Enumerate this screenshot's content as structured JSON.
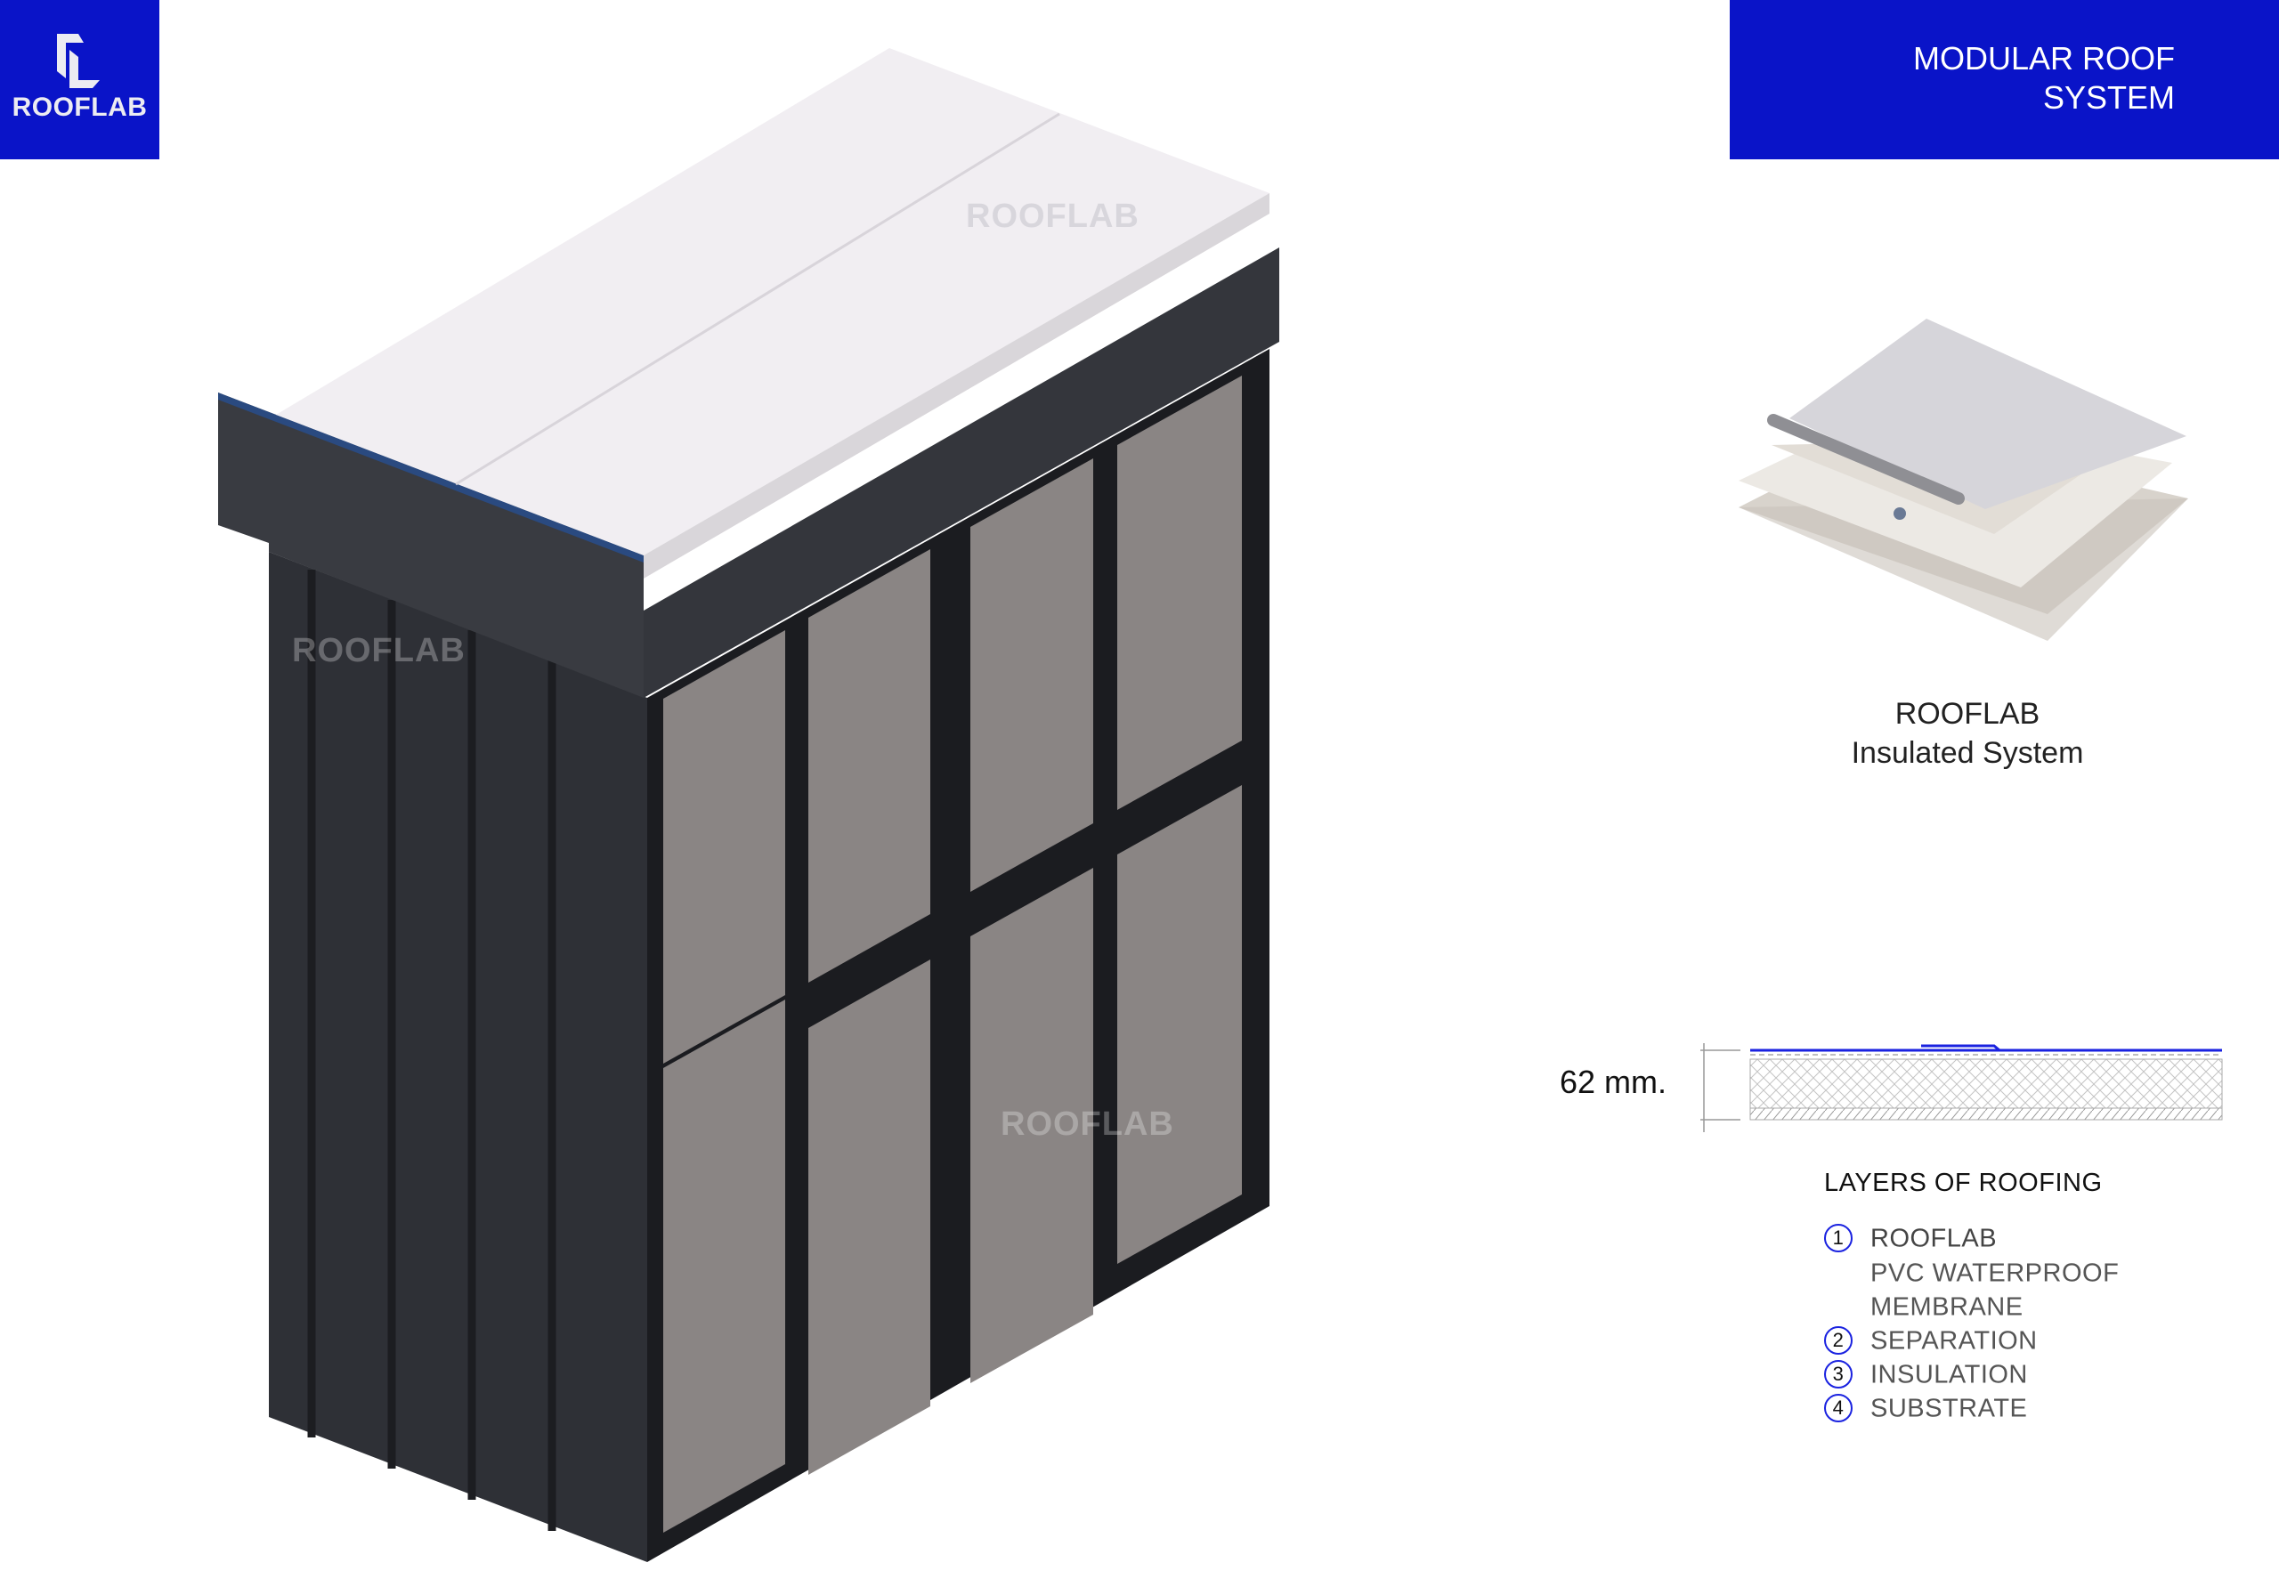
{
  "brand": {
    "logo_text": "ROOFLAB",
    "color": "#0a14c8"
  },
  "header": {
    "title_line1": "MODULAR ROOF",
    "title_line2": "SYSTEM"
  },
  "watermarks": [
    "ROOFLAB",
    "ROOFLAB",
    "ROOFLAB"
  ],
  "detail": {
    "caption_line1": "ROOFLAB",
    "caption_line2": "Insulated System"
  },
  "section": {
    "thickness": "62 mm."
  },
  "layers": {
    "heading": "LAYERS OF ROOFING",
    "items": [
      {
        "num": "1",
        "label": "ROOFLAB",
        "sub1": "PVC WATERPROOF",
        "sub2": "MEMBRANE"
      },
      {
        "num": "2",
        "label": "SEPARATION"
      },
      {
        "num": "3",
        "label": "INSULATION"
      },
      {
        "num": "4",
        "label": "SUBSTRATE"
      }
    ]
  }
}
